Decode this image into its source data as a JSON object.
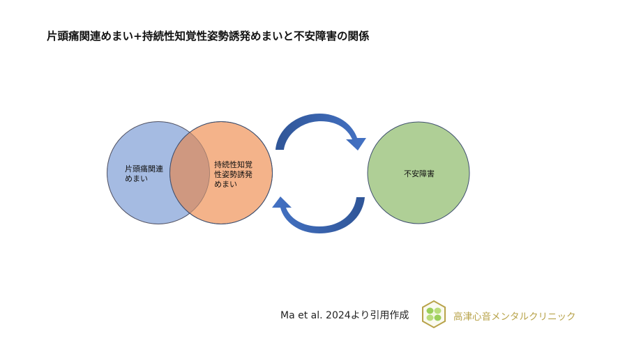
{
  "title": "片頭痛関連めまい+持続性知覚性姿勢誘発めまいと不安障害の関係",
  "diagram": {
    "circles": [
      {
        "id": "migraine",
        "label_lines": [
          "片頭痛関連",
          "めまい"
        ],
        "color": "#a5bbe2"
      },
      {
        "id": "pppd",
        "label_lines": [
          "持続性知覚",
          "性姿勢誘発",
          "めまい"
        ],
        "color": "#f4b38a"
      },
      {
        "id": "anxiety",
        "label_lines": [
          "不安障害"
        ],
        "color": "#afcf96"
      }
    ],
    "overlap_color": "#cf9880",
    "circle_stroke": "#3f4f6e",
    "arrows": [
      {
        "id": "top-arrow",
        "direction": "left-to-right",
        "color": "#3a67b8"
      },
      {
        "id": "bottom-arrow",
        "direction": "right-to-left",
        "color": "#3a67b8"
      }
    ]
  },
  "footer": {
    "citation": "Ma et al. 2024より引用作成",
    "clinic_name": "高津心音メンタルクリニック",
    "logo_icon": "clover-hexagon-logo"
  }
}
